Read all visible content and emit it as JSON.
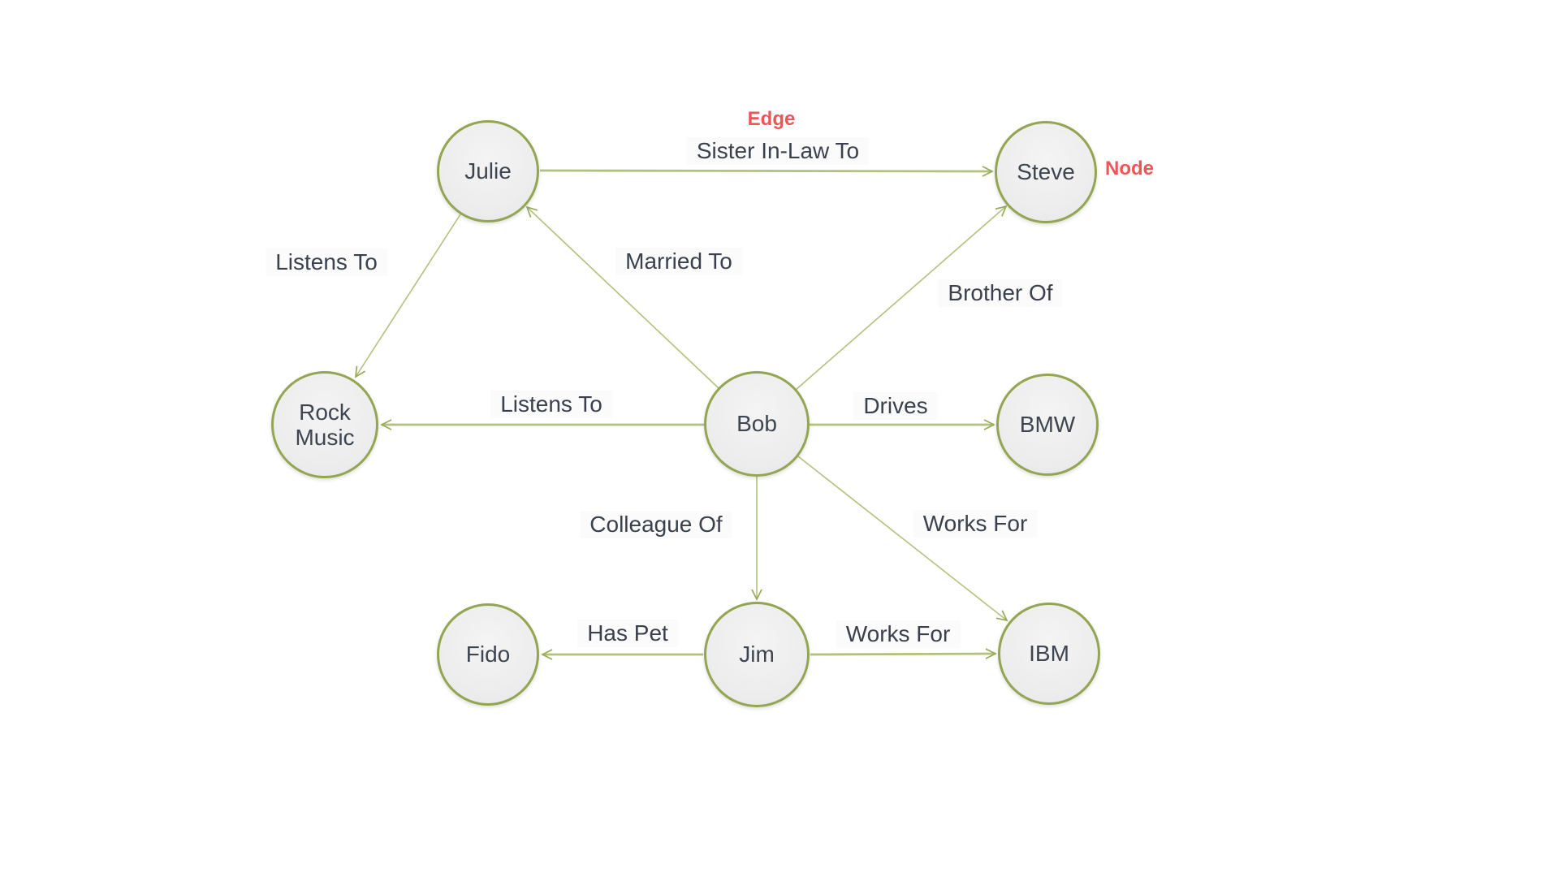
{
  "annotations": {
    "edge_callout": "Edge",
    "node_callout": "Node",
    "callout_color": "#f15454"
  },
  "graph": {
    "colors": {
      "node_fill": "#eeeeee",
      "node_border": "#92a651",
      "edge_line": "#b2c17d",
      "text": "#3d4551",
      "background": "#ffffff"
    },
    "nodes": [
      {
        "id": "julie",
        "label": "Julie"
      },
      {
        "id": "steve",
        "label": "Steve"
      },
      {
        "id": "rock-music",
        "label": "Rock Music"
      },
      {
        "id": "bob",
        "label": "Bob"
      },
      {
        "id": "bmw",
        "label": "BMW"
      },
      {
        "id": "fido",
        "label": "Fido"
      },
      {
        "id": "jim",
        "label": "Jim"
      },
      {
        "id": "ibm",
        "label": "IBM"
      }
    ],
    "edges": [
      {
        "from": "Julie",
        "to": "Steve",
        "label": "Sister In-Law To"
      },
      {
        "from": "Julie",
        "to": "Rock Music",
        "label": "Listens To"
      },
      {
        "from": "Bob",
        "to": "Julie",
        "label": "Married To"
      },
      {
        "from": "Bob",
        "to": "Steve",
        "label": "Brother Of"
      },
      {
        "from": "Bob",
        "to": "Rock Music",
        "label": "Listens To"
      },
      {
        "from": "Bob",
        "to": "BMW",
        "label": "Drives"
      },
      {
        "from": "Bob",
        "to": "Jim",
        "label": "Colleague Of"
      },
      {
        "from": "Bob",
        "to": "IBM",
        "label": "Works For"
      },
      {
        "from": "Jim",
        "to": "Fido",
        "label": "Has Pet"
      },
      {
        "from": "Jim",
        "to": "IBM",
        "label": "Works For"
      }
    ]
  }
}
